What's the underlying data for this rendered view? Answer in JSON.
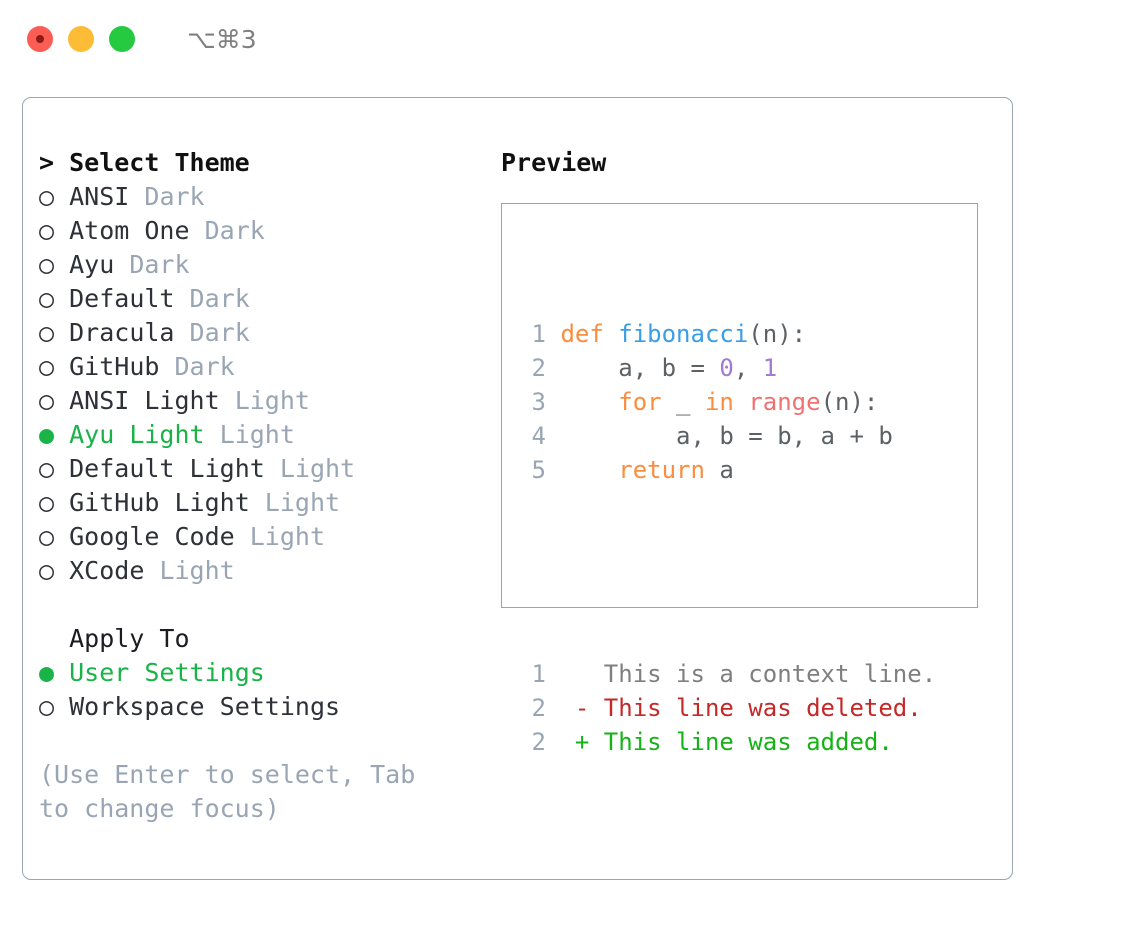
{
  "titlebar": {
    "traffic_lights": [
      "close",
      "minimize",
      "zoom"
    ],
    "shortcut": "⌥⌘3"
  },
  "left_panel": {
    "heading": "> Select Theme",
    "themes": [
      {
        "marker": "○",
        "name": "ANSI",
        "variant": " Dark",
        "selected": false
      },
      {
        "marker": "○",
        "name": "Atom One",
        "variant": " Dark",
        "selected": false
      },
      {
        "marker": "○",
        "name": "Ayu",
        "variant": " Dark",
        "selected": false
      },
      {
        "marker": "○",
        "name": "Default",
        "variant": " Dark",
        "selected": false
      },
      {
        "marker": "○",
        "name": "Dracula",
        "variant": " Dark",
        "selected": false
      },
      {
        "marker": "○",
        "name": "GitHub",
        "variant": " Dark",
        "selected": false
      },
      {
        "marker": "○",
        "name": "ANSI Light",
        "variant": " Light",
        "selected": false
      },
      {
        "marker": "●",
        "name": "Ayu Light",
        "variant": " Light",
        "selected": true
      },
      {
        "marker": "○",
        "name": "Default Light",
        "variant": " Light",
        "selected": false
      },
      {
        "marker": "○",
        "name": "GitHub Light",
        "variant": " Light",
        "selected": false
      },
      {
        "marker": "○",
        "name": "Google Code",
        "variant": " Light",
        "selected": false
      },
      {
        "marker": "○",
        "name": "XCode",
        "variant": " Light",
        "selected": false
      }
    ],
    "apply_to_heading": "  Apply To",
    "apply_to": [
      {
        "marker": "●",
        "name": "User Settings",
        "selected": true
      },
      {
        "marker": "○",
        "name": "Workspace Settings",
        "selected": false
      }
    ],
    "hint": "(Use Enter to select, Tab to change focus)"
  },
  "right_panel": {
    "heading": "Preview",
    "code_lines": [
      {
        "no": "1",
        "tokens": [
          {
            "t": "def ",
            "c": "tok-kw"
          },
          {
            "t": "fibonacci",
            "c": "tok-fn"
          },
          {
            "t": "(n):",
            "c": "tok-plain"
          }
        ]
      },
      {
        "no": "2",
        "tokens": [
          {
            "t": "    a, b = ",
            "c": "tok-plain"
          },
          {
            "t": "0",
            "c": "tok-num"
          },
          {
            "t": ", ",
            "c": "tok-plain"
          },
          {
            "t": "1",
            "c": "tok-num"
          }
        ]
      },
      {
        "no": "3",
        "tokens": [
          {
            "t": "    ",
            "c": "tok-plain"
          },
          {
            "t": "for",
            "c": "tok-kw"
          },
          {
            "t": " _ ",
            "c": "tok-plain"
          },
          {
            "t": "in",
            "c": "tok-kw"
          },
          {
            "t": " ",
            "c": "tok-plain"
          },
          {
            "t": "range",
            "c": "tok-builtin"
          },
          {
            "t": "(n):",
            "c": "tok-plain"
          }
        ]
      },
      {
        "no": "4",
        "tokens": [
          {
            "t": "        a, b = b, a + b",
            "c": "tok-plain"
          }
        ]
      },
      {
        "no": "5",
        "tokens": [
          {
            "t": "    ",
            "c": "tok-plain"
          },
          {
            "t": "return",
            "c": "tok-kw"
          },
          {
            "t": " a",
            "c": "tok-plain"
          }
        ]
      }
    ],
    "diff_lines": [
      {
        "no": "1",
        "sign": " ",
        "text": " This is a context line.",
        "kind": "diff-ctx"
      },
      {
        "no": "2",
        "sign": "-",
        "text": " This line was deleted.",
        "kind": "diff-del"
      },
      {
        "no": "2",
        "sign": "+",
        "text": " This line was added.",
        "kind": "diff-add"
      }
    ]
  },
  "colors": {
    "accent_green": "#19b347",
    "border": "#9aa5b4",
    "muted": "#9aa5b4",
    "keyword": "#fa8d3e",
    "function": "#399ee6",
    "number": "#a37acc",
    "builtin": "#f07171",
    "diff_add": "#15b315",
    "diff_del": "#c62828"
  }
}
